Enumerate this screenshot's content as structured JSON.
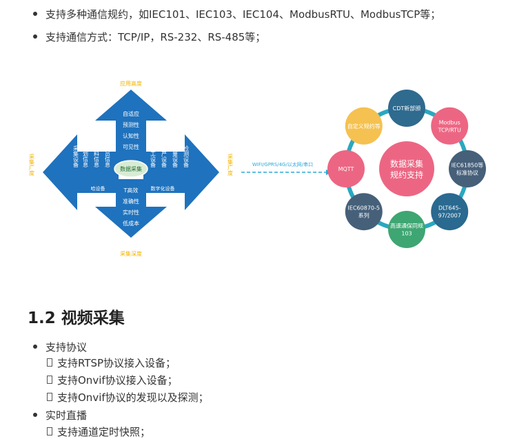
{
  "top_bullets": [
    "支持多种通信规约，如IEC101、IEC103、IEC104、ModbusRTU、ModbusTCP等；",
    "支持通信方式：TCP/IP，RS-232、RS-485等；"
  ],
  "diagram": {
    "top_label": "应用高度",
    "bottom_label": "采集深度",
    "left_label": "采集广度",
    "right_label": "采集广度",
    "up_items": [
      "自适应",
      "预测性",
      "认知性",
      "可见性"
    ],
    "down_items": [
      "T高效",
      "准确性",
      "实时性",
      "低成本"
    ],
    "left_columns": [
      "采集设备",
      "计划信息",
      "物料信息",
      "人员信息"
    ],
    "right_columns": [
      "加工设备",
      "生产设备",
      "测量设备",
      "检测设备"
    ],
    "left_caption": "哈设备",
    "right_caption": "数字化设备",
    "center": "数据采集",
    "link_text": "WIFI/GPRS/4G/以太网/串口",
    "hub_center": "数据采集\n规约支持",
    "hub_nodes": [
      {
        "label": "CDT新部颁",
        "color": "#2f6a8f"
      },
      {
        "label": "Modbus\nTCP/RTU",
        "color": "#ec6683"
      },
      {
        "label": "IEC61850等\n标准协议",
        "color": "#46607a"
      },
      {
        "label": "DLT645-\n97/2007",
        "color": "#2a6990"
      },
      {
        "label": "高速通保同规\n103",
        "color": "#3ea672"
      },
      {
        "label": "IEC60870-5\n系列",
        "color": "#46607a"
      },
      {
        "label": "MQTT",
        "color": "#ec6683"
      },
      {
        "label": "自定义规约等",
        "color": "#f5c150"
      }
    ],
    "colors": {
      "arrow": "#1f72bd",
      "gold": "#f0b400",
      "link": "#2aa8d8",
      "hub": "#ec6683",
      "ring": "#2aa8c0"
    }
  },
  "section": {
    "title": "1.2 视频采集",
    "groups": [
      {
        "label": "支持协议",
        "items": [
          "支持RTSP协议接入设备；",
          "支持Onvif协议接入设备；",
          "支持Onvif协议的发现以及探测；"
        ]
      },
      {
        "label": "实时直播",
        "items": [
          "支持通道定时快照；"
        ]
      }
    ]
  }
}
